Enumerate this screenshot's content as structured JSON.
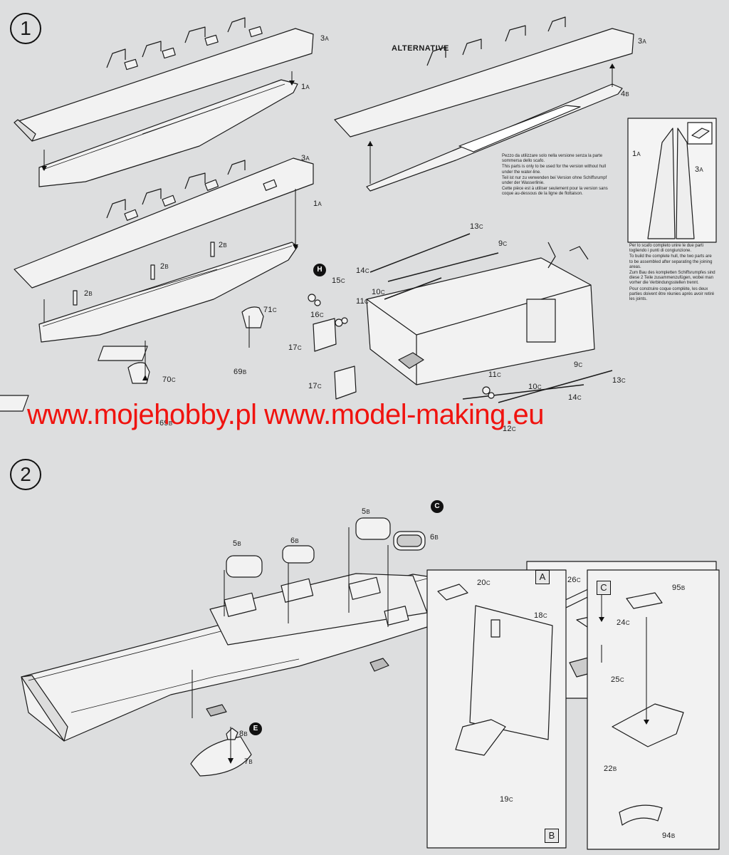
{
  "steps": [
    {
      "number": "1"
    },
    {
      "number": "2"
    }
  ],
  "alternative_title": "ALTERNATIVE",
  "watermark": "www.mojehobby.pl www.model-making.eu",
  "markers": {
    "h": "H",
    "c": "C",
    "e": "E"
  },
  "box_labels": {
    "a": "A",
    "b": "B",
    "c": "C"
  },
  "parts": {
    "p3a_top": {
      "num": "3",
      "sub": "A"
    },
    "p1a_top": {
      "num": "1",
      "sub": "A"
    },
    "p3a_mid": {
      "num": "3",
      "sub": "A"
    },
    "p1a_mid": {
      "num": "1",
      "sub": "A"
    },
    "p2b_1": {
      "num": "2",
      "sub": "B"
    },
    "p2b_2": {
      "num": "2",
      "sub": "B"
    },
    "p2b_3": {
      "num": "2",
      "sub": "B"
    },
    "p71c": {
      "num": "71",
      "sub": "C"
    },
    "p69b_r": {
      "num": "69",
      "sub": "B"
    },
    "p70c": {
      "num": "70",
      "sub": "C"
    },
    "p69b_l": {
      "num": "69",
      "sub": "B"
    },
    "p3a_alt": {
      "num": "3",
      "sub": "A"
    },
    "p4b_alt": {
      "num": "4",
      "sub": "B"
    },
    "p1a_det": {
      "num": "1",
      "sub": "A"
    },
    "p3a_det": {
      "num": "3",
      "sub": "A"
    },
    "p13c_a": {
      "num": "13",
      "sub": "C"
    },
    "p9c_a": {
      "num": "9",
      "sub": "C"
    },
    "p14c_a": {
      "num": "14",
      "sub": "C"
    },
    "p15c_a": {
      "num": "15",
      "sub": "C"
    },
    "p10c_a": {
      "num": "10",
      "sub": "C"
    },
    "p11c_a": {
      "num": "11",
      "sub": "C"
    },
    "p16c": {
      "num": "16",
      "sub": "C"
    },
    "p17c_a": {
      "num": "17",
      "sub": "C"
    },
    "p17c_b": {
      "num": "17",
      "sub": "C"
    },
    "p11c_b": {
      "num": "11",
      "sub": "C"
    },
    "p10c_b": {
      "num": "10",
      "sub": "C"
    },
    "p9c_b": {
      "num": "9",
      "sub": "C"
    },
    "p13c_b": {
      "num": "13",
      "sub": "C"
    },
    "p14c_b": {
      "num": "14",
      "sub": "C"
    },
    "p12c": {
      "num": "12",
      "sub": "C"
    },
    "p5b_l": {
      "num": "5",
      "sub": "B"
    },
    "p6b_l": {
      "num": "6",
      "sub": "B"
    },
    "p5b_r": {
      "num": "5",
      "sub": "B"
    },
    "p6b_r": {
      "num": "6",
      "sub": "B"
    },
    "p8b": {
      "num": "8",
      "sub": "B"
    },
    "p7b": {
      "num": "7",
      "sub": "B"
    },
    "p26c": {
      "num": "26",
      "sub": "C"
    },
    "p24c": {
      "num": "24",
      "sub": "C"
    },
    "p25c": {
      "num": "25",
      "sub": "C"
    },
    "p20c": {
      "num": "20",
      "sub": "C"
    },
    "p18c": {
      "num": "18",
      "sub": "C"
    },
    "p19c": {
      "num": "19",
      "sub": "C"
    },
    "p95b": {
      "num": "95",
      "sub": "B"
    },
    "p22b": {
      "num": "22",
      "sub": "B"
    },
    "p94b": {
      "num": "94",
      "sub": "B"
    }
  },
  "notes": {
    "waterline": [
      "Pezzo da utilizzare solo nella versione senza la parte sommersa dello scafo.",
      "This parts is only to be used for the version without hull under the water-line.",
      "Teil ist nur zu verwenden bei Version ohne Schiffsrumpf under der Wasserlinie.",
      "Cette pièce est à utiliser seulement pour la version sans coque au-dessous de la ligne de flottaison."
    ],
    "complete_hull": [
      "Per lo scafo completo unire le due parti togliendo i punti di congiunzione.",
      "To build the complete hull, the two parts are to be assembled after separating the joining areas.",
      "Zum Bau des kompletten Schiffsrumpfes sind diese 2 Teile zusammenzufügen, wobei man vorher die Verbindungsstellen trennt.",
      "Pour construire coque complète, les deux parties doivent être réunies après avoir retiré les joints."
    ]
  }
}
